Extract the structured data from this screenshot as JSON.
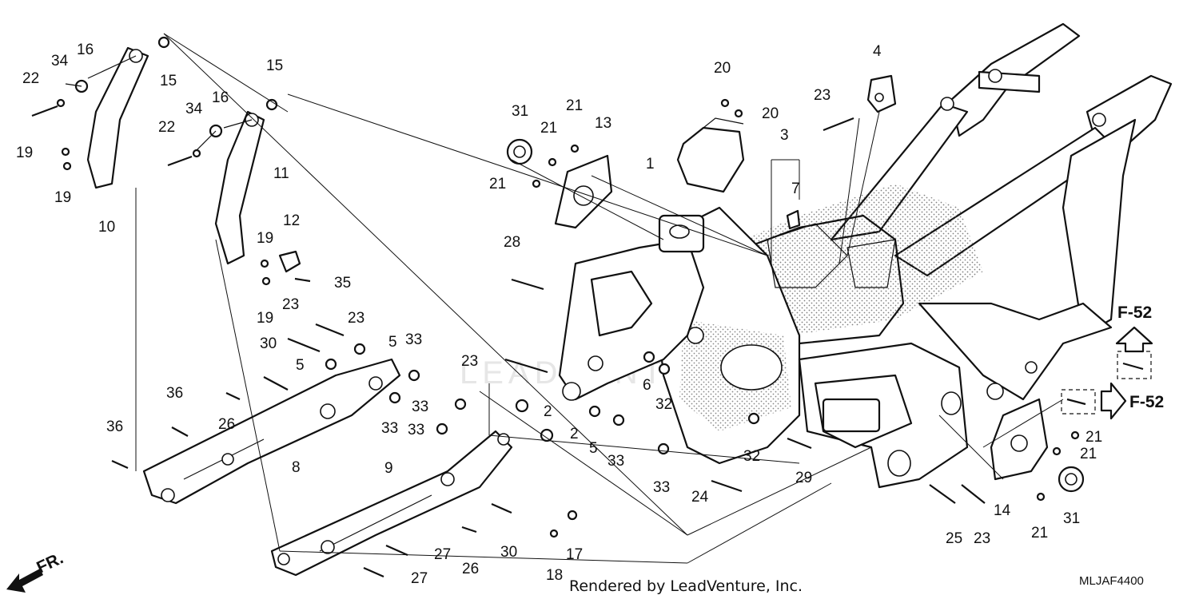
{
  "callouts": [
    "1",
    "2",
    "2",
    "3",
    "4",
    "5",
    "5",
    "5",
    "6",
    "7",
    "8",
    "9",
    "10",
    "11",
    "12",
    "13",
    "14",
    "15",
    "15",
    "16",
    "16",
    "17",
    "18",
    "19",
    "19",
    "19",
    "19",
    "20",
    "20",
    "21",
    "21",
    "21",
    "21",
    "21",
    "21",
    "21",
    "22",
    "22",
    "23",
    "23",
    "23",
    "23",
    "23",
    "24",
    "25",
    "26",
    "26",
    "27",
    "27",
    "28",
    "29",
    "30",
    "30",
    "31",
    "31",
    "32",
    "32",
    "33",
    "33",
    "33",
    "33",
    "33",
    "33",
    "33",
    "34",
    "34",
    "35",
    "36",
    "36"
  ],
  "refs": {
    "f52_top": "F-52",
    "f52_right": "F-52",
    "front": "FR."
  },
  "footer": {
    "credit": "Rendered by LeadVenture, Inc.",
    "code": "MLJAF4400"
  },
  "watermark": "LEADVENTURE",
  "colors": {
    "line": "#111111",
    "background": "#ffffff",
    "stipple": "#555555"
  }
}
